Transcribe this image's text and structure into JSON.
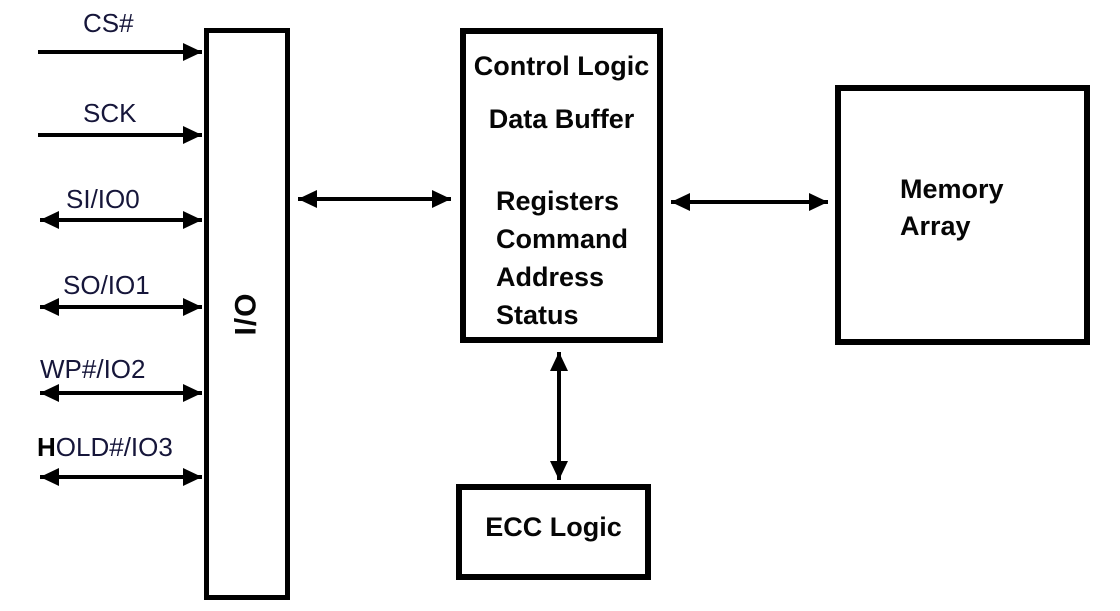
{
  "diagram": {
    "type": "block-diagram",
    "colors": {
      "line": "#000000",
      "signal_label_text": "#16163a",
      "box_label_text": "#060606",
      "background": "#ffffff"
    },
    "io_block": {
      "label": "I/O"
    },
    "signals": [
      {
        "label": "CS#",
        "direction": "input"
      },
      {
        "label": "SCK",
        "direction": "input"
      },
      {
        "label": "SI/IO0",
        "direction": "bidirectional"
      },
      {
        "label": "SO/IO1",
        "direction": "bidirectional"
      },
      {
        "label": "WP#/IO2",
        "direction": "bidirectional"
      },
      {
        "label": "HOLD#/IO3",
        "direction": "bidirectional"
      }
    ],
    "control_block": {
      "title": "Control Logic",
      "sublabel": "Data Buffer",
      "items_text": "Registers\nCommand\nAddress\nStatus",
      "items": [
        "Registers",
        "Command",
        "Address",
        "Status"
      ]
    },
    "memory_block": {
      "label": "Memory\nArray"
    },
    "ecc_block": {
      "label": "ECC Logic"
    },
    "connections": [
      {
        "from": "I/O",
        "to": "Control Logic",
        "direction": "bidirectional"
      },
      {
        "from": "Control Logic",
        "to": "Memory Array",
        "direction": "bidirectional"
      },
      {
        "from": "Control Logic",
        "to": "ECC Logic",
        "direction": "bidirectional"
      }
    ]
  }
}
